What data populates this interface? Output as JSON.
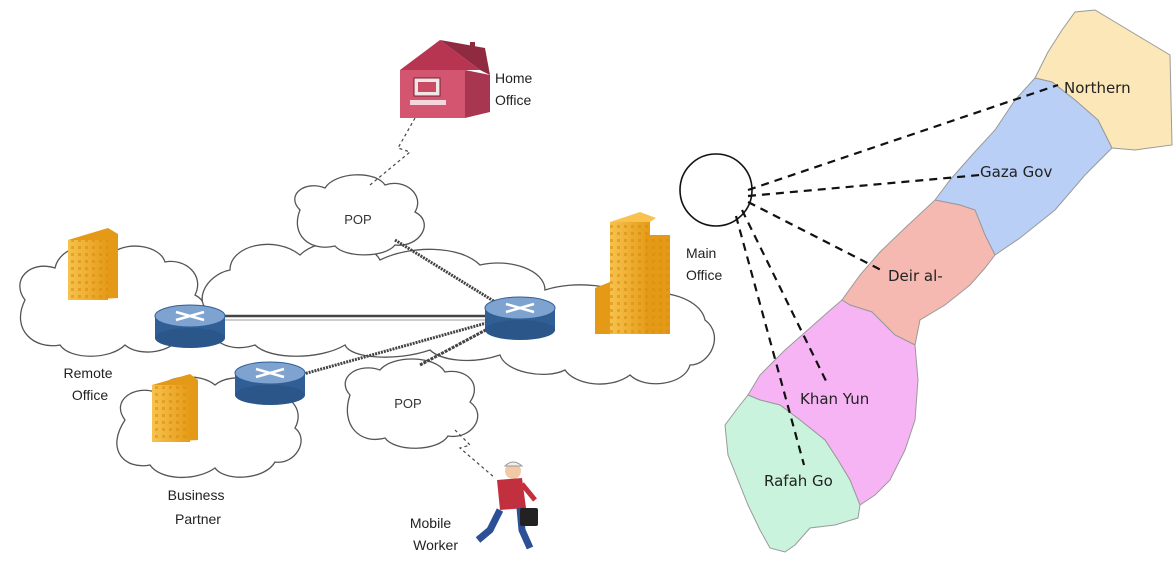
{
  "network": {
    "home_office": [
      "Home",
      "Office"
    ],
    "main_office": [
      "Main",
      "Office"
    ],
    "remote_office": [
      "Remote",
      "Office"
    ],
    "business_partner": [
      "Business",
      "Partner"
    ],
    "mobile_worker": [
      "Mobile",
      "Worker"
    ],
    "pop_top": "POP",
    "pop_bottom": "POP"
  },
  "map": {
    "regions": [
      {
        "id": "northern",
        "label": "Northern",
        "color": "#fbe7b8"
      },
      {
        "id": "gaza",
        "label": "Gaza Gov",
        "color": "#b9cff5"
      },
      {
        "id": "deir",
        "label": "Deir al-",
        "color": "#f6b9b1"
      },
      {
        "id": "khan",
        "label": "Khan Yun",
        "color": "#f6b4f4"
      },
      {
        "id": "rafah",
        "label": "Rafah Go",
        "color": "#c9f3dc"
      }
    ]
  },
  "colors": {
    "router_top": "#6f95c4",
    "router_side": "#2f5f95",
    "building": "#f5b53a",
    "house": "#c8405d"
  }
}
